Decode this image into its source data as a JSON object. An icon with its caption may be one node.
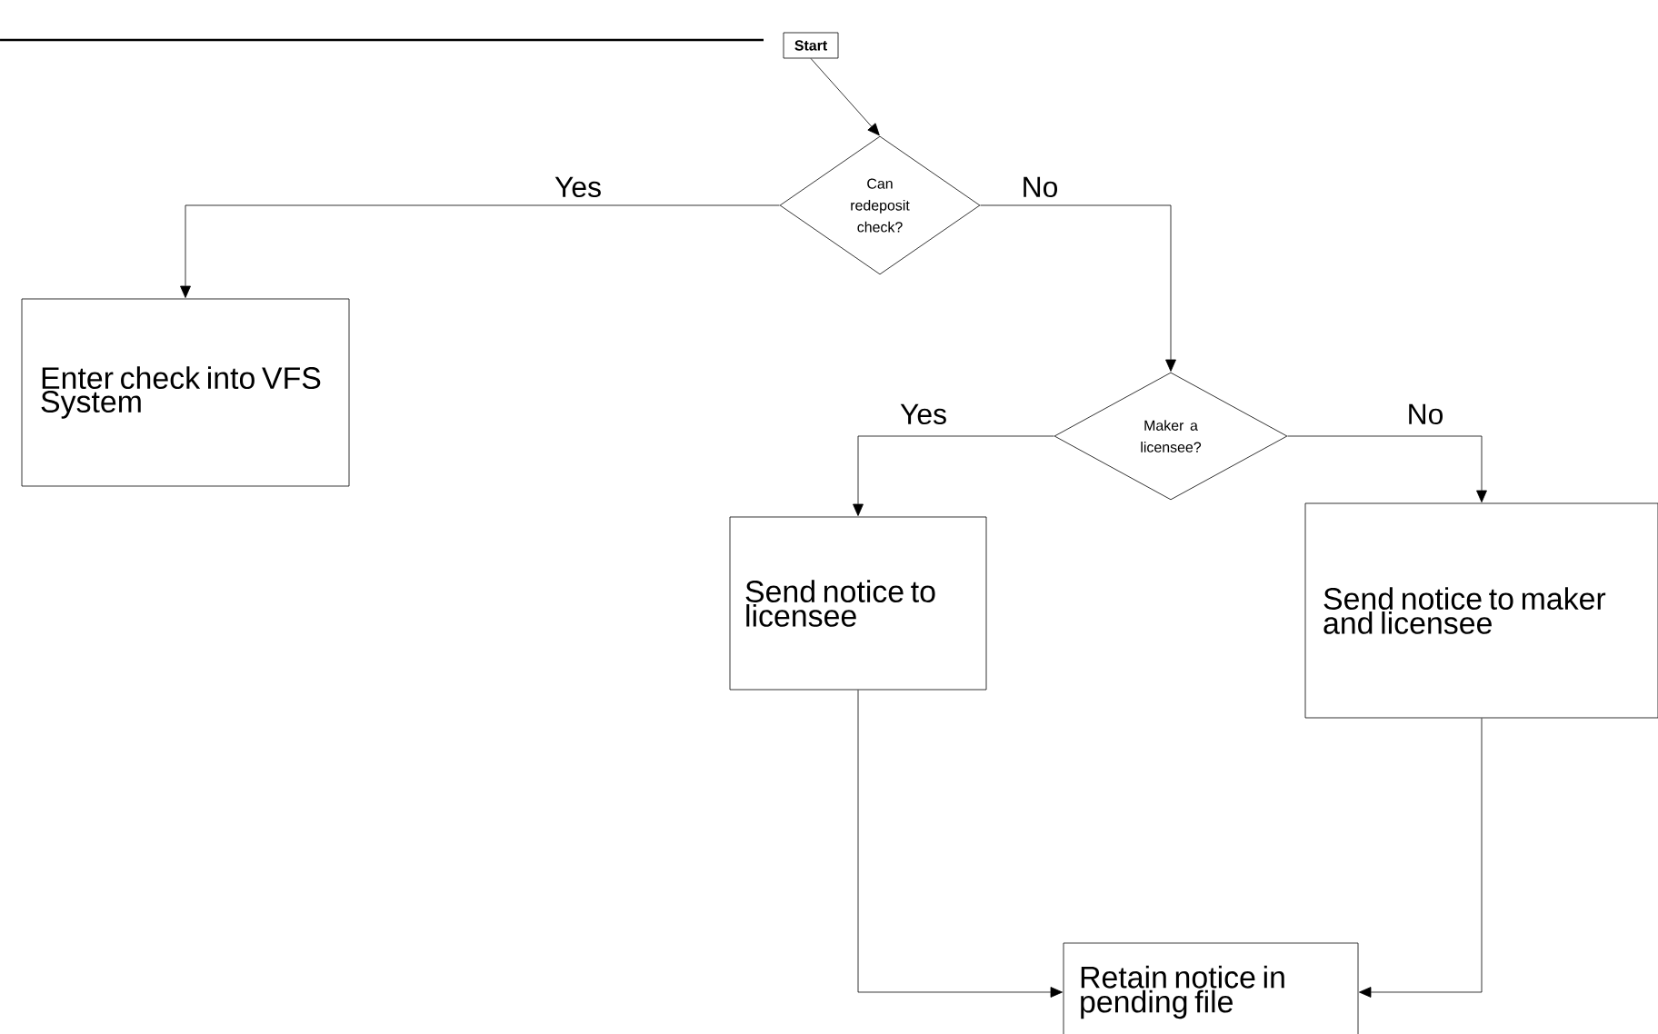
{
  "diagram": {
    "nodes": [
      {
        "text": [
          "Start"
        ]
      },
      {
        "text": [
          "Can redeposit check?"
        ]
      },
      {
        "text": [
          "Enter check into VFS System"
        ]
      },
      {
        "text": [
          "Maker a licensee?"
        ]
      },
      {
        "text": [
          "Send notice to licensee"
        ]
      },
      {
        "text": [
          "Send notice to maker and licensee"
        ]
      },
      {
        "text": [
          "Retain notice in pending file"
        ]
      }
    ],
    "edges": [
      {
        "from": 0,
        "to": 1,
        "arrow": "to"
      },
      {
        "from": 1,
        "to": 2,
        "arrow": "to",
        "label": "Yes"
      },
      {
        "from": 1,
        "to": 3,
        "arrow": "to",
        "label": "No"
      },
      {
        "from": 3,
        "to": 4,
        "arrow": "to",
        "label": "Yes"
      },
      {
        "from": 3,
        "to": 5,
        "arrow": "to",
        "label": "No"
      },
      {
        "from": 4,
        "to": 6,
        "arrow": "to"
      },
      {
        "from": 5,
        "to": 6,
        "arrow": "to"
      }
    ]
  }
}
